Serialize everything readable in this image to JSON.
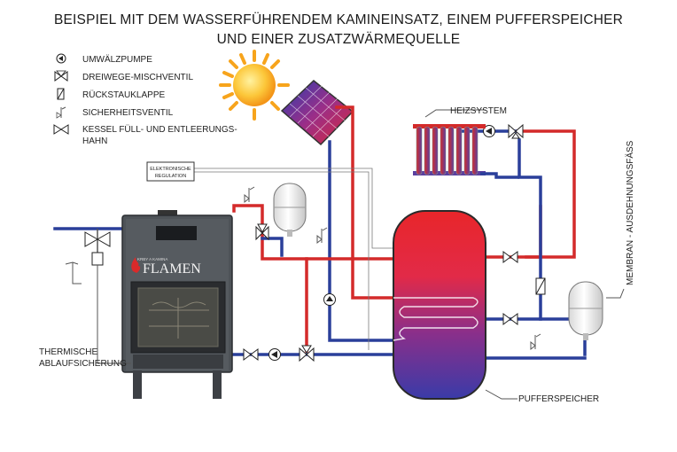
{
  "title_line1": "BEISPIEL MIT DEM WASSERFÜHRENDEM KAMINEINSATZ, EINEM PUFFERSPEICHER",
  "title_line2": "UND EINER ZUSATZWÄRMEQUELLE",
  "legend": {
    "pump": "UMWÄLZPUMPE",
    "mixing_valve": "DREIWEGE-MISCHVENTIL",
    "check_valve": "RÜCKSTAUKLAPPE",
    "safety_valve": "SICHERHEITSVENTIL",
    "fill_valve_line1": "KESSEL FÜLL- UND ENTLEERUNGS-",
    "fill_valve_line2": "HAHN"
  },
  "labels": {
    "heating_system": "HEIZSYSTEM",
    "regulation_line1": "ELEKTRONISCHE",
    "regulation_line2": "REGULATION",
    "brand_small": "KRBY  A  KAMINA",
    "brand": "FLAMEN",
    "thermal_line1": "THERMISCHE",
    "thermal_line2": "ABLAUFSICHERUNG",
    "buffer": "PUFFERSPEICHER",
    "expansion_vessel": "MEMBRAN - AUSDEHNUNGSFÄSS"
  },
  "colors": {
    "hot_pipe": "#d42a2a",
    "cold_pipe": "#2a3f9a",
    "tank_top": "#e8262a",
    "tank_bottom": "#3a3ba8",
    "stove": "#555a60",
    "sun": "#f7a41c"
  }
}
